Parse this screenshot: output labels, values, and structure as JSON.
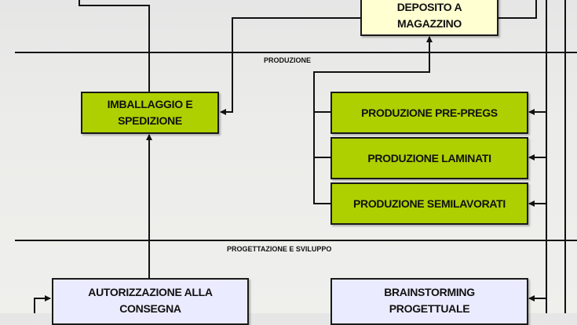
{
  "lanes": {
    "produzione": "PRODUZIONE",
    "progettazione": "PROGETTAZIONE E SVILUPPO"
  },
  "boxes": {
    "deposito": "DEPOSITO A MAGAZZINO",
    "imballaggio": "IMBALLAGGIO E SPEDIZIONE",
    "prepregs": "PRODUZIONE PRE-PREGS",
    "laminati": "PRODUZIONE LAMINATI",
    "semilavorati": "PRODUZIONE SEMILAVORATI",
    "autorizzazione": "AUTORIZZAZIONE ALLA CONSEGNA",
    "brainstorming": "BRAINSTORMING PROGETTUALE"
  },
  "colors": {
    "process": "#aed000",
    "storage": "#ffffd2",
    "design": "#ebebff"
  }
}
